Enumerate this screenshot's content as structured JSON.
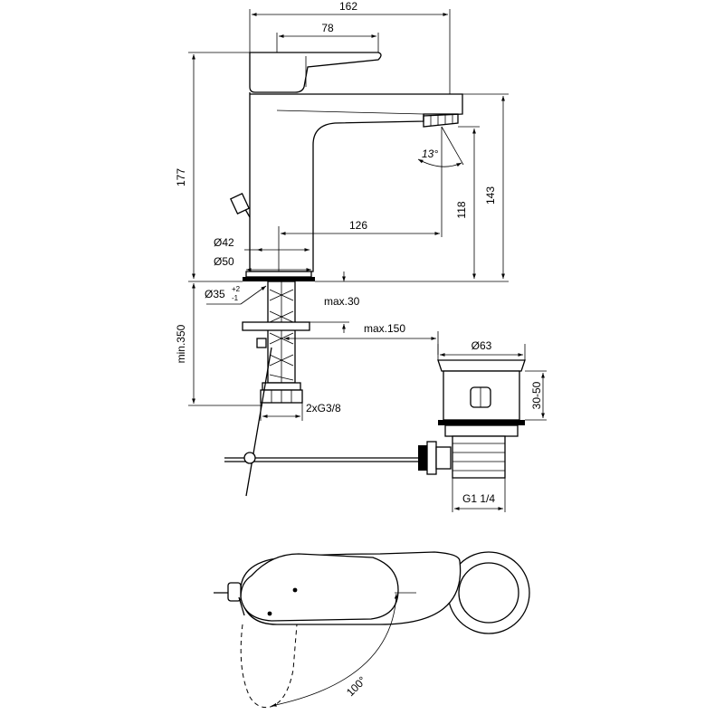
{
  "drawing": {
    "dimensions": {
      "overall_width": "162",
      "lever_width": "78",
      "overall_height": "177",
      "spout_height": "143",
      "outlet_height": "118",
      "spout_reach": "126",
      "base_diameter": "Ø42",
      "flange_diameter": "Ø50",
      "hole_diameter": "Ø35",
      "hole_tolerance_plus": "+2",
      "hole_tolerance_minus": "-1",
      "max_thickness": "max.30",
      "max_distance": "max.150",
      "min_hose": "min.350",
      "connection": "2xG3/8",
      "waste_diameter": "Ø63",
      "waste_range": "30-50",
      "waste_thread": "G1 1/4",
      "outlet_angle": "13°",
      "lever_angle": "100°"
    }
  }
}
